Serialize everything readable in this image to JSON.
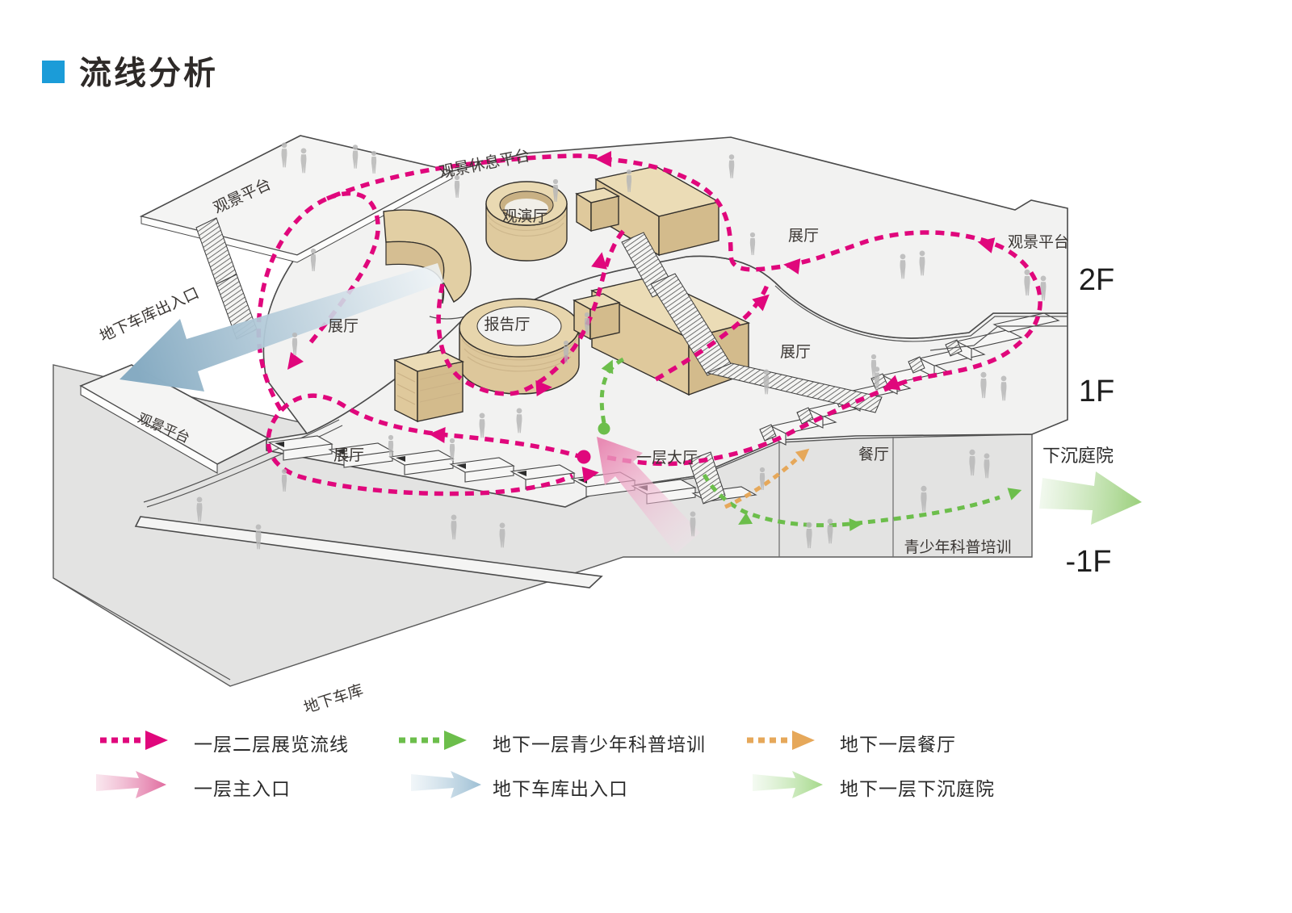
{
  "title": {
    "bullet_icon": "blue-square",
    "text": "流线分析"
  },
  "colors": {
    "accent_blue": "#1B9CD8",
    "route_pink": "#E0077C",
    "route_green": "#6CBE4B",
    "route_orange": "#E6A85A",
    "arrow_pink": "#E886B1",
    "arrow_blue": "#86ABC2",
    "arrow_green": "#9ED180",
    "wood": "#E2CFA4",
    "floor_light": "#F2F2F1",
    "floor_gray": "#E3E3E2"
  },
  "diagram": {
    "floors": [
      {
        "label": "2F"
      },
      {
        "label": "1F"
      },
      {
        "label": "-1F"
      }
    ],
    "labels": {
      "viewing_platform_top": "观景平台",
      "viewing_rest_platform": "观景休息平台",
      "auditorium": "观演厅",
      "exhibition_2f_left": "展厅",
      "exhibition_2f_right": "展厅",
      "viewing_platform_right": "观景平台",
      "garage_entrance": "地下车库出入口",
      "lecture_hall": "报告厅",
      "exhibition_1f_right": "展厅",
      "viewing_platform_left": "观景平台",
      "exhibition_1f_left": "展厅",
      "lobby_1f": "一层大厅",
      "restaurant": "餐厅",
      "sunken_courtyard": "下沉庭院",
      "youth_training": "青少年科普培训",
      "underground_garage": "地下车库"
    }
  },
  "legend": {
    "rows": [
      [
        {
          "type": "dashed-arrow",
          "color_key": "route_pink",
          "label": "一层二层展览流线"
        },
        {
          "type": "dashed-arrow",
          "color_key": "route_green",
          "label": "地下一层青少年科普培训"
        },
        {
          "type": "dashed-arrow",
          "color_key": "route_orange",
          "label": "地下一层餐厅"
        }
      ],
      [
        {
          "type": "gradient-arrow",
          "color_key": "arrow_pink",
          "label": "一层主入口"
        },
        {
          "type": "gradient-arrow",
          "color_key": "arrow_blue",
          "label": "地下车库出入口"
        },
        {
          "type": "gradient-arrow",
          "color_key": "arrow_green",
          "label": "地下一层下沉庭院"
        }
      ]
    ]
  }
}
